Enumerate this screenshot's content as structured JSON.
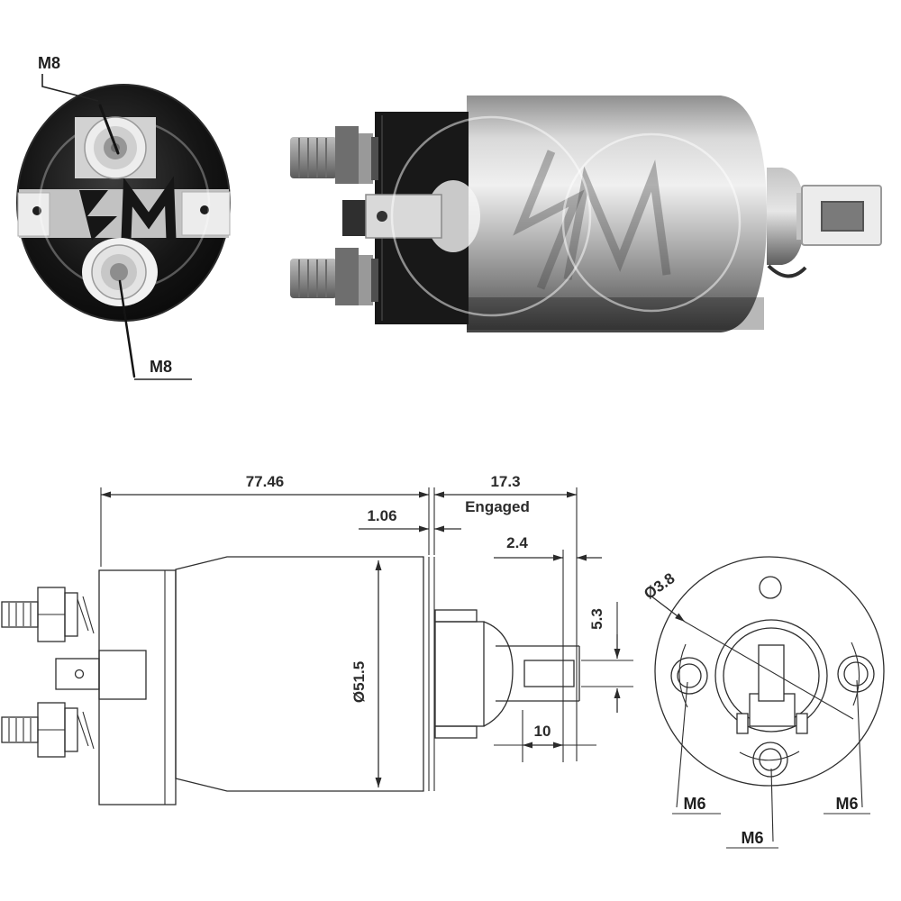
{
  "photos": {
    "front_view": {
      "label_top_terminal": "M8",
      "label_bottom_terminal": "M8"
    }
  },
  "drawing": {
    "dimensions": {
      "total_length": "77.46",
      "flange_gap": "1.06",
      "engaged_travel": "17.3",
      "engaged_label": "Engaged",
      "tip_clearance": "2.4",
      "slot_width": "5.3",
      "body_diameter": "Ø51.5",
      "slot_length": "10",
      "hole_diameter": "Ø3.8"
    },
    "flange": {
      "m6_left": "M6",
      "m6_bottom": "M6",
      "m6_right": "M6"
    }
  },
  "colors": {
    "line": "#2e2e2e",
    "cap_dark": "#181818",
    "metal_light": "#ececec",
    "background": "#ffffff"
  }
}
